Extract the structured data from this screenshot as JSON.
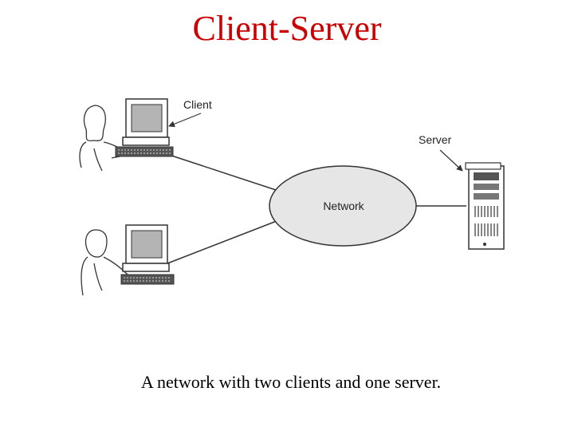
{
  "slide": {
    "title": "Client-Server",
    "caption": "A network with two clients and one server."
  },
  "diagram": {
    "labels": {
      "client": "Client",
      "server": "Server",
      "network": "Network"
    }
  },
  "colors": {
    "title": "#cc0000",
    "network_fill": "#e6e6e6",
    "monitor_screen": "#b4b4b4",
    "line": "#333333"
  },
  "icons": [
    "client-user-icon",
    "client-monitor-icon",
    "server-tower-icon",
    "network-cloud-icon"
  ]
}
